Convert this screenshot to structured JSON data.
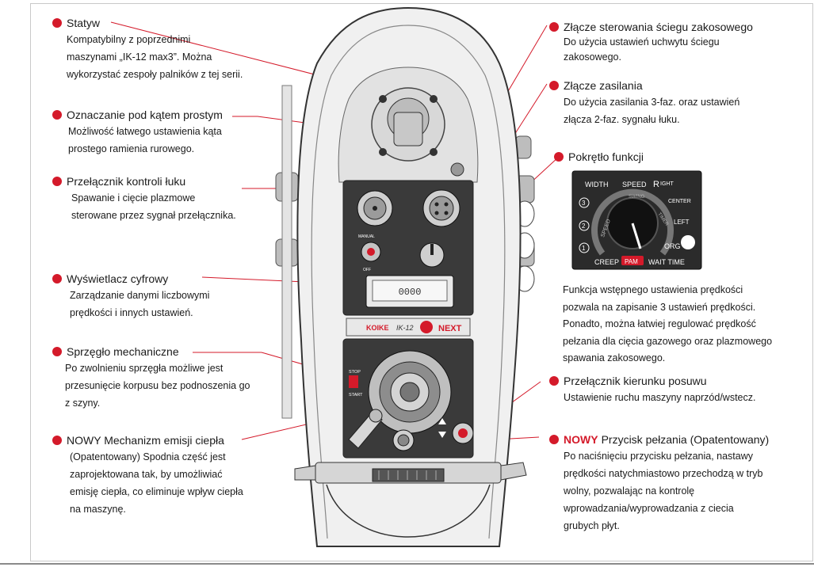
{
  "annotations": {
    "statyw": {
      "title": "Statyw",
      "body": "Kompatybilny z poprzednimi\nmaszynami „IK-12 max3”. Można\nwykorzystać zespoły palników z tej serii."
    },
    "kat": {
      "title": "Oznaczanie pod kątem prostym",
      "body": "Możliwość łatwego ustawienia kąta\nprostego ramienia rurowego."
    },
    "luk": {
      "title": "Przełącznik kontroli łuku",
      "body": "Spawanie i cięcie plazmowe\nsterowane przez sygnał przełącznika."
    },
    "wyswietlacz": {
      "title": "Wyświetlacz cyfrowy",
      "body": "Zarządzanie danymi liczbowymi\nprędkości i innych ustawień."
    },
    "sprzeglo": {
      "title": "Sprzęgło mechaniczne",
      "body": "Po zwolnieniu sprzęgła możliwe jest\nprzesunięcie korpusu bez podnoszenia go\nz szyny."
    },
    "mechanizm": {
      "new": "",
      "title": "NOWY Mechanizm emisji ciepła",
      "body": "(Opatentowany) Spodnia część jest\nzaprojektowana tak, by umożliwiać\nemisję ciepła, co eliminuje wpływ ciepła\nna maszynę."
    },
    "sciegu": {
      "title": "Złącze sterowania ściegu zakosowego",
      "body": "Do użycia ustawień uchwytu ściegu\nzakosowego."
    },
    "zasilania": {
      "title": "Złącze zasilania",
      "body": "Do użycia zasilania 3-faz. oraz ustawień\nzłącza 2-faz. sygnału łuku."
    },
    "pokretlo": {
      "title": "Pokrętło funkcji"
    },
    "funkcja": {
      "body": "Funkcja wstępnego ustawienia prędkości\npozwala na zapisanie 3 ustawień prędkości.\nPonadto, można łatwiej regulować prędkość\npełzania dla cięcia gazowego oraz plazmowego\nspawania zakosowego."
    },
    "kierunek": {
      "title": "Przełącznik kierunku posuwu",
      "body": "Ustawienie ruchu maszyny naprzód/wstecz."
    },
    "pelzanie": {
      "new": "NOWY",
      "title": "Przycisk pełzania (Opatentowany)",
      "body": "Po naciśnięciu przycisku pełzania, nastawy\nprędkości natychmiastowo przechodzą w tryb\nwolny, pozwalając na kontrolę\nwprowadzania/wyprowadzania z ciecia\ngrubych płyt."
    }
  },
  "dial": {
    "top_labels": [
      "WIDTH",
      "SPEED",
      "R",
      "IGHT"
    ],
    "swing": "SWING",
    "center": "CENTER",
    "left": "LEFT",
    "timer": "TIMER",
    "speed_arc": "SPEED",
    "presets": [
      "3",
      "2",
      "1"
    ],
    "bottom_labels": [
      "CREEP",
      "PAM",
      "WAIT TIME"
    ],
    "org": "ORG"
  },
  "machine": {
    "brand": "KOIKE",
    "model": "IK-12",
    "model_suffix": "NEXT",
    "stop": "STOP",
    "start": "START",
    "manual": "MANUAL",
    "off": "OFF",
    "display_value": "0000"
  },
  "colors": {
    "accent": "#d41a2a",
    "dial_bg": "#2b2b2b",
    "panel": "#3a3a3a"
  }
}
